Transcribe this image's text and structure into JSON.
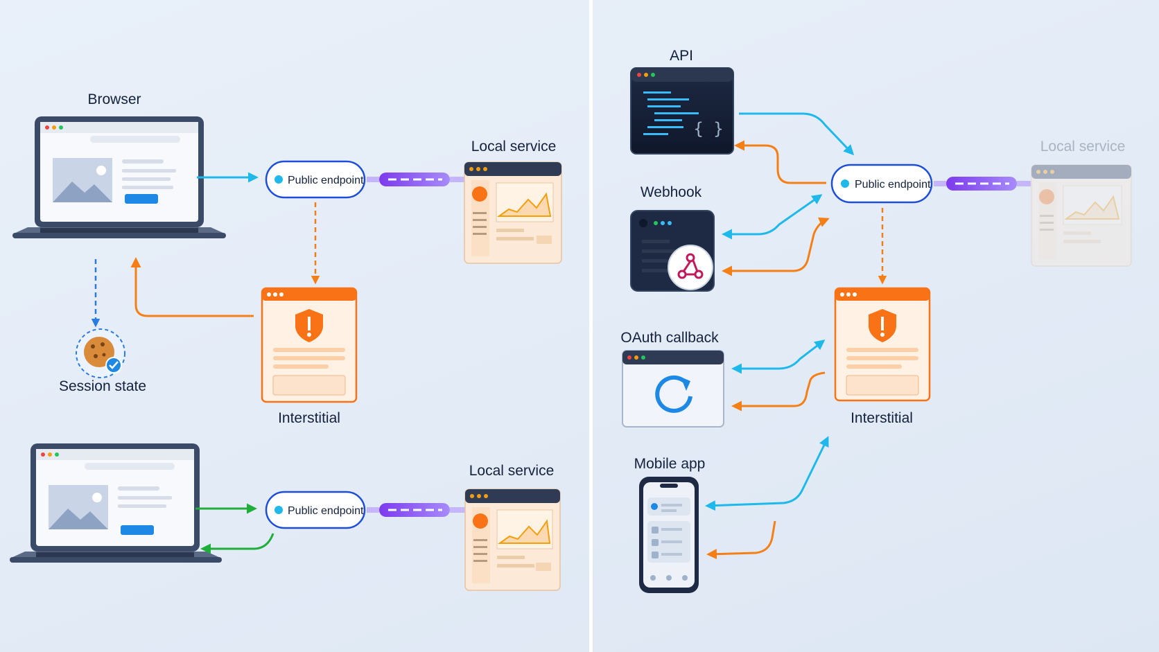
{
  "left_panel": {
    "browser_label": "Browser",
    "local_service_label_top": "Local service",
    "public_endpoint_top": "Public endpoint",
    "interstitial_label": "Interstitial",
    "session_state_label": "Session state",
    "local_service_label_bottom": "Local service",
    "public_endpoint_bottom": "Public endpoint"
  },
  "right_panel": {
    "api_label": "API",
    "webhook_label": "Webhook",
    "oauth_label": "OAuth callback",
    "mobile_label": "Mobile app",
    "public_endpoint": "Public endpoint",
    "local_service_label": "Local service",
    "interstitial_label": "Interstitial"
  },
  "colors": {
    "request_arrow": "#1fb8ea",
    "redirect_arrow": "#f57f17",
    "success_arrow": "#1fae3a",
    "tunnel": "#8b5cf6",
    "endpoint_border": "#1d4ed8",
    "interstitial": "#f97316"
  },
  "icons": [
    "laptop-icon",
    "cookie-icon",
    "check-badge-icon",
    "shield-alert-icon",
    "code-icon",
    "webhook-icon",
    "refresh-icon",
    "phone-icon",
    "chart-icon"
  ]
}
